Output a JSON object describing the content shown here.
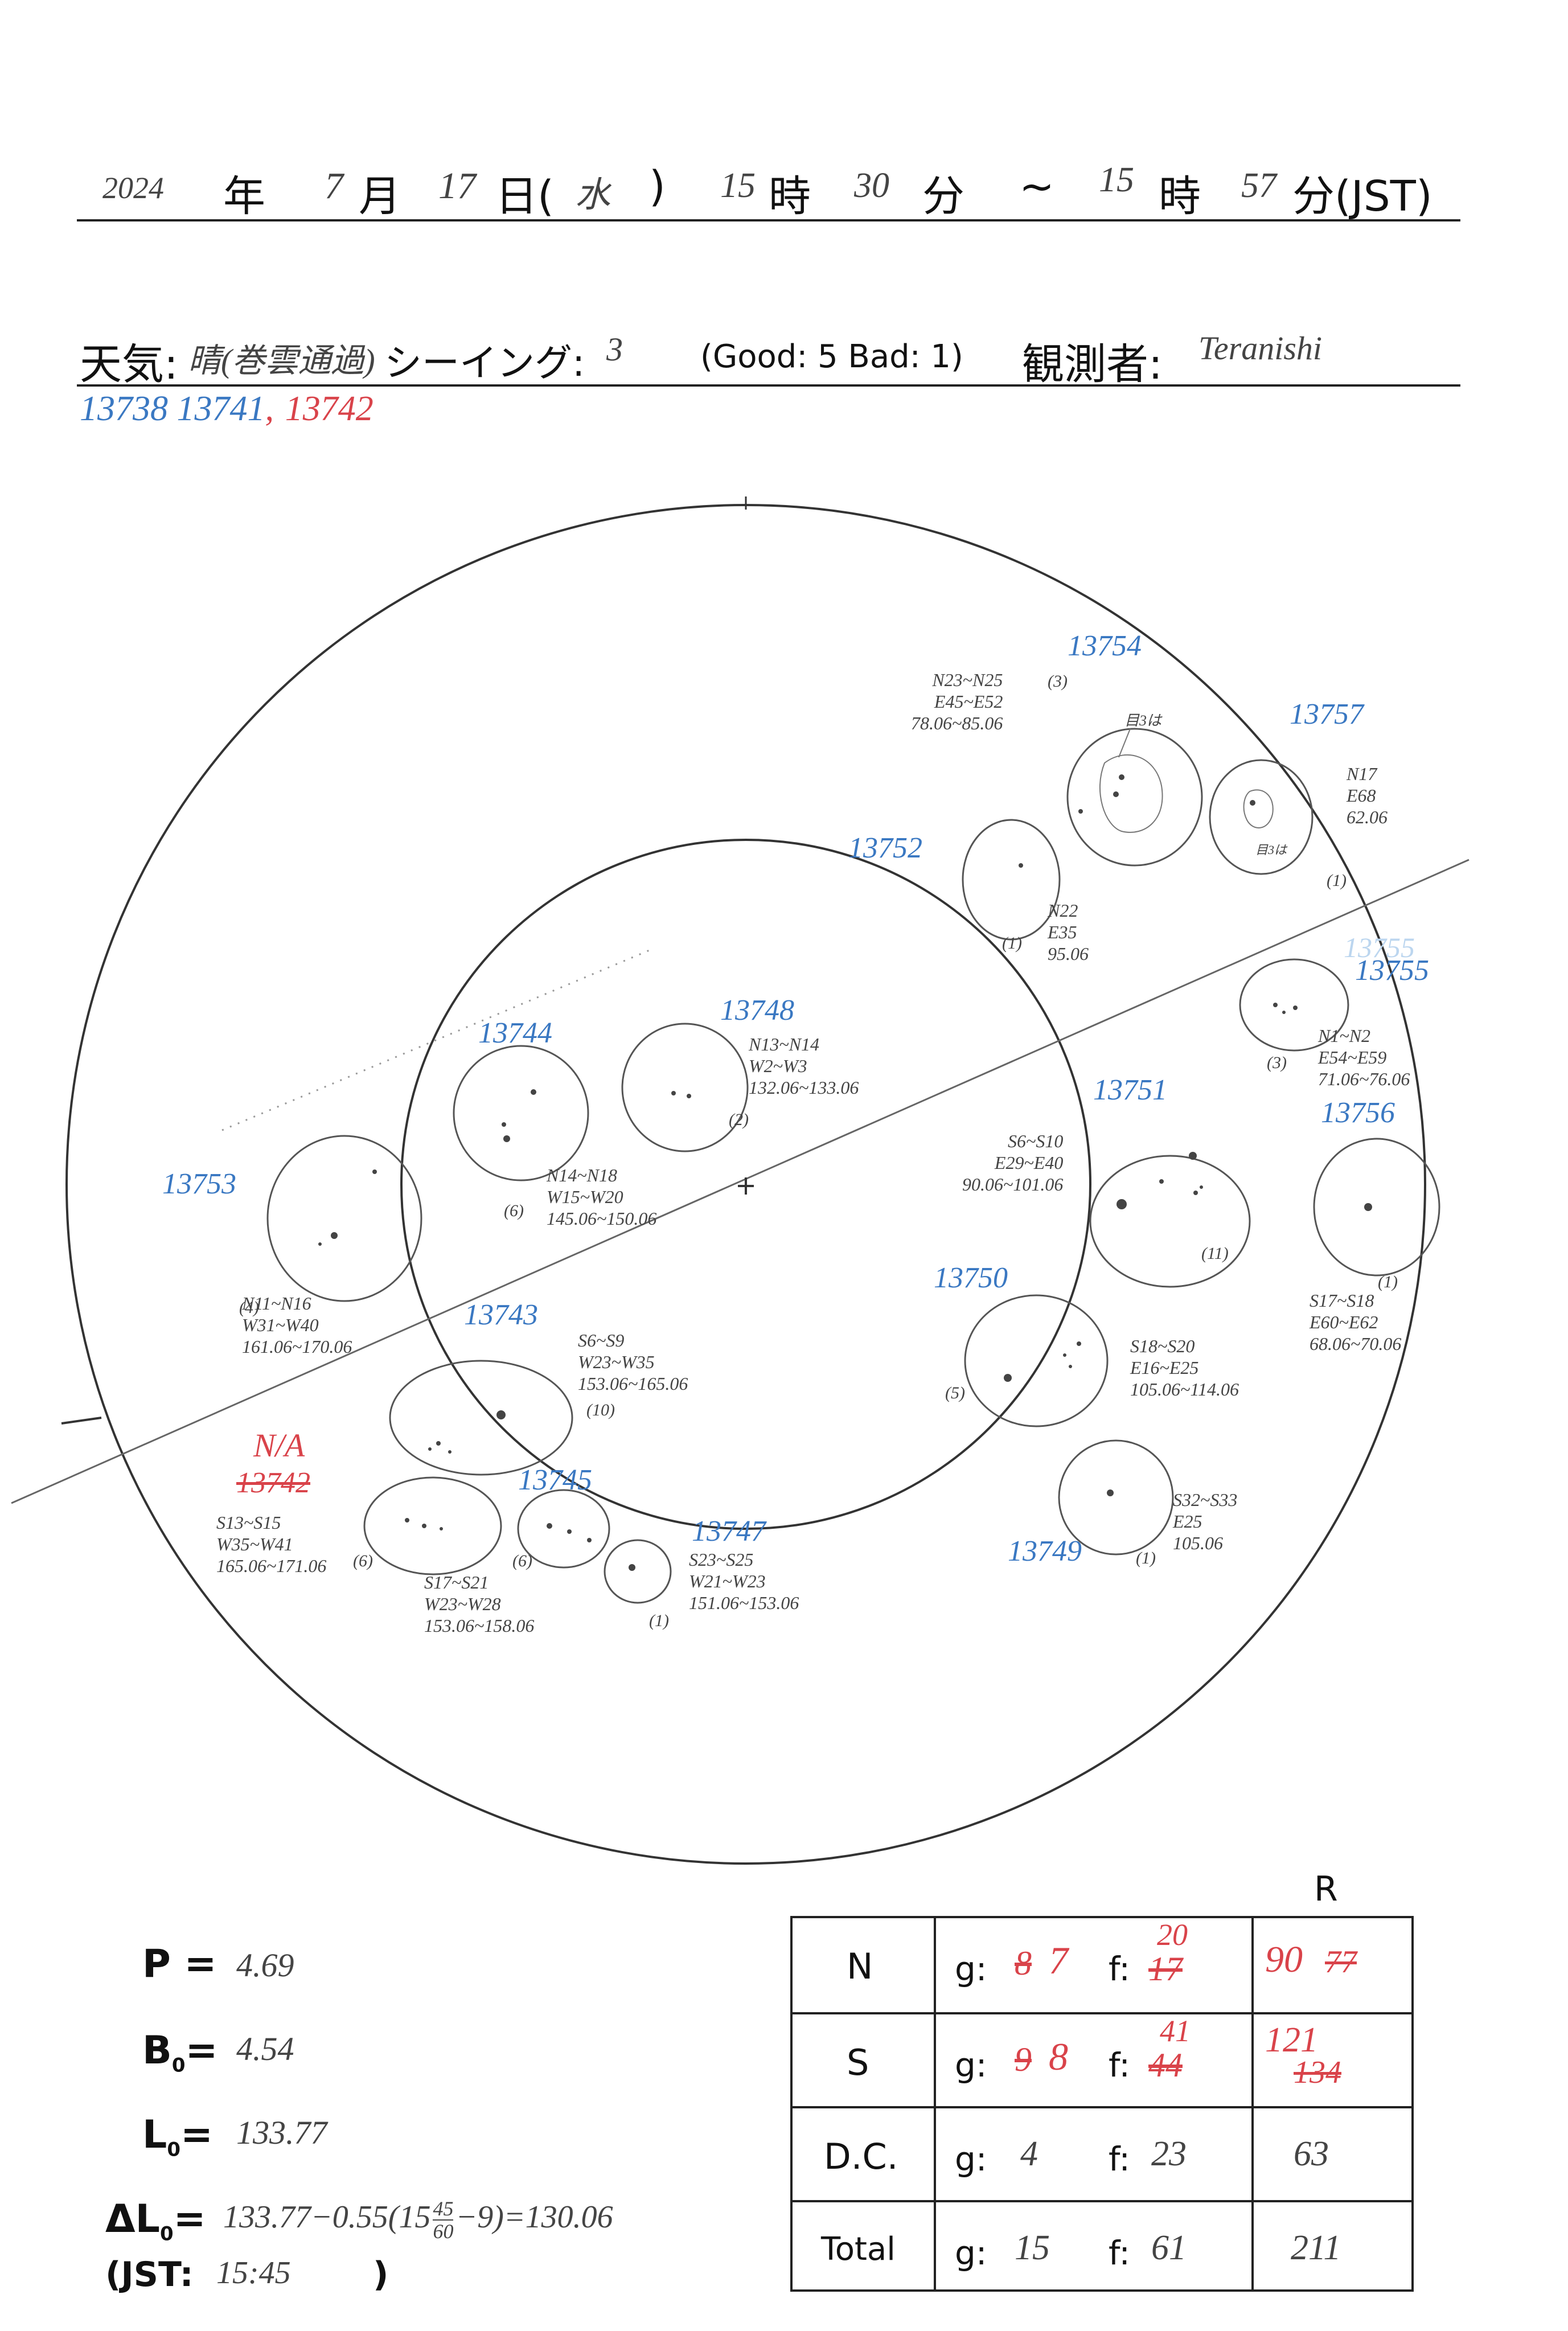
{
  "header": {
    "year": "2024",
    "year_unit": "年",
    "month": "7",
    "month_unit": "月",
    "day": "17",
    "day_unit": "日(",
    "weekday": "水",
    "weekday_close": ")",
    "start_hour": "15",
    "hour_unit": "時",
    "start_min": "30",
    "min_unit": "分",
    "tilde": "~",
    "end_hour": "15",
    "end_hour_unit": "時",
    "end_min": "57",
    "end_min_unit": "分(JST)"
  },
  "weather": {
    "label": "天気:",
    "value": "晴(巻雲通過)",
    "seeing_label": "シーイング:",
    "seeing_value": "3",
    "seeing_scale": "(Good: 5  Bad: 1)",
    "observer_label": "観測者:",
    "observer_value": "Teranishi"
  },
  "region_list": {
    "blue": "13738  13741",
    "comma": ",",
    "red": "13742"
  },
  "regions": [
    {
      "id": "13754",
      "label_color": "blue",
      "count": "(3)",
      "lat": "N23~N25",
      "lon": "E45~E52",
      "carr": "78.06~85.06"
    },
    {
      "id": "13757",
      "label_color": "blue",
      "count": "(1)",
      "lat": "N17",
      "lon": "E68",
      "carr": "62.06"
    },
    {
      "id": "13752",
      "label_color": "blue",
      "count": "(1)",
      "lat": "N22",
      "lon": "E35",
      "carr": "95.06"
    },
    {
      "id": "13755",
      "label_color": "blue",
      "count": "(3)",
      "lat": "N1~N2",
      "lon": "E54~E59",
      "carr": "71.06~76.06"
    },
    {
      "id": "13748",
      "label_color": "blue",
      "count": "(2)",
      "lat": "N13~N14",
      "lon": "W2~W3",
      "carr": "132.06~133.06"
    },
    {
      "id": "13744",
      "label_color": "blue",
      "count": "(6)",
      "lat": "N14~N18",
      "lon": "W15~W20",
      "carr": "145.06~150.06"
    },
    {
      "id": "13751",
      "label_color": "blue",
      "count": "(11)",
      "lat": "S6~S10",
      "lon": "E29~E40",
      "carr": "90.06~101.06"
    },
    {
      "id": "13756",
      "label_color": "blue",
      "count": "(1)",
      "lat": "S17~S18",
      "lon": "E60~E62",
      "carr": "68.06~70.06"
    },
    {
      "id": "13753",
      "label_color": "blue",
      "count": "(4)",
      "lat": "N11~N16",
      "lon": "W31~W40",
      "carr": "161.06~170.06"
    },
    {
      "id": "13750",
      "label_color": "blue",
      "count": "(5)",
      "lat": "S18~S20",
      "lon": "E16~E25",
      "carr": "105.06~114.06"
    },
    {
      "id": "13743",
      "label_color": "blue",
      "count": "(10)",
      "lat": "S6~S9",
      "lon": "W23~W35",
      "carr": "153.06~165.06"
    },
    {
      "id": "13749",
      "label_color": "blue",
      "count": "(1)",
      "lat": "S32~S33",
      "lon": "E25",
      "carr": "105.06"
    },
    {
      "id": "13745",
      "label_color": "blue",
      "count": "(6)",
      "lat": "S17~S21",
      "lon": "W23~W28",
      "carr": "153.06~158.06"
    },
    {
      "id": "13747",
      "label_color": "blue",
      "count": "(1)",
      "lat": "S23~S25",
      "lon": "W21~W23",
      "carr": "151.06~153.06"
    },
    {
      "id": "13742",
      "label_color": "red",
      "na_label": "N/A",
      "count": "(6)",
      "lat": "S13~S15",
      "lon": "W35~W41",
      "carr": "165.06~171.06"
    }
  ],
  "extra_labels": {
    "ghost_13755": "13755",
    "spot_note_1": "目3は",
    "spot_note_2": "目3は"
  },
  "params": {
    "p_label": "P =",
    "p_value": "4.69",
    "b0_label": "B",
    "b0_sub": "0",
    "b0_eq": "=",
    "b0_value": "4.54",
    "l0_label": "L",
    "l0_sub": "0",
    "l0_eq": "=",
    "l0_value": "133.77",
    "dl0_label": "ΔL",
    "dl0_sub": "0",
    "dl0_eq": "=",
    "dl0_expr": "133.77−0.55(15",
    "dl0_frac_num": "45",
    "dl0_frac_den": "60",
    "dl0_expr_end": "−9)=130.06",
    "jst_label": "(JST:",
    "jst_value": "15:45",
    "jst_close": ")"
  },
  "table": {
    "r_header": "R",
    "rows": [
      {
        "label": "N",
        "g_label": "g:",
        "g_old": "8",
        "g_new": "7",
        "f_label": "f:",
        "f_old": "17",
        "f_new": "20",
        "r_old": "77",
        "r_new": "90"
      },
      {
        "label": "S",
        "g_label": "g:",
        "g_old": "9",
        "g_new": "8",
        "f_label": "f:",
        "f_old": "44",
        "f_new": "41",
        "r_old": "134",
        "r_new": "121"
      },
      {
        "label": "D.C.",
        "g_label": "g:",
        "g_value": "4",
        "f_label": "f:",
        "f_value": "23",
        "r_value": "63"
      },
      {
        "label": "Total",
        "g_label": "g:",
        "g_value": "15",
        "f_label": "f:",
        "f_value": "61",
        "r_value": "211"
      }
    ]
  }
}
